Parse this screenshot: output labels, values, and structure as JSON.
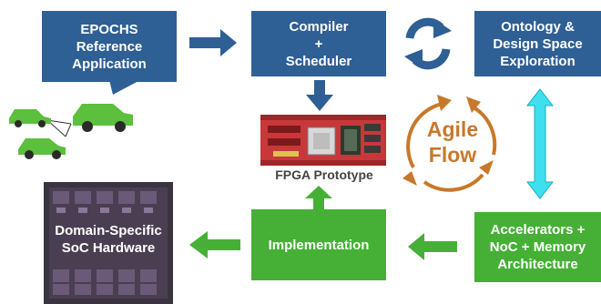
{
  "boxes": {
    "reference_app": "EPOCHS\nReference\nApplication",
    "compiler": "Compiler\n+\nScheduler",
    "ontology": "Ontology &\nDesign Space\nExploration",
    "implementation": "Implementation",
    "accelerators": "Accelerators +\nNoC + Memory\nArchitecture",
    "soc": "Domain-Specific\nSoC Hardware"
  },
  "fpga_label": "FPGA Prototype",
  "agile": {
    "line1": "Agile",
    "line2": "Flow"
  },
  "colors": {
    "blue": "#2e5f95",
    "green": "#45b035",
    "agile_orange": "#c8782a",
    "cyan_arrow": "#3ee0ef",
    "car_green": "#5cbf3d",
    "fpga_red": "#c8383a"
  }
}
